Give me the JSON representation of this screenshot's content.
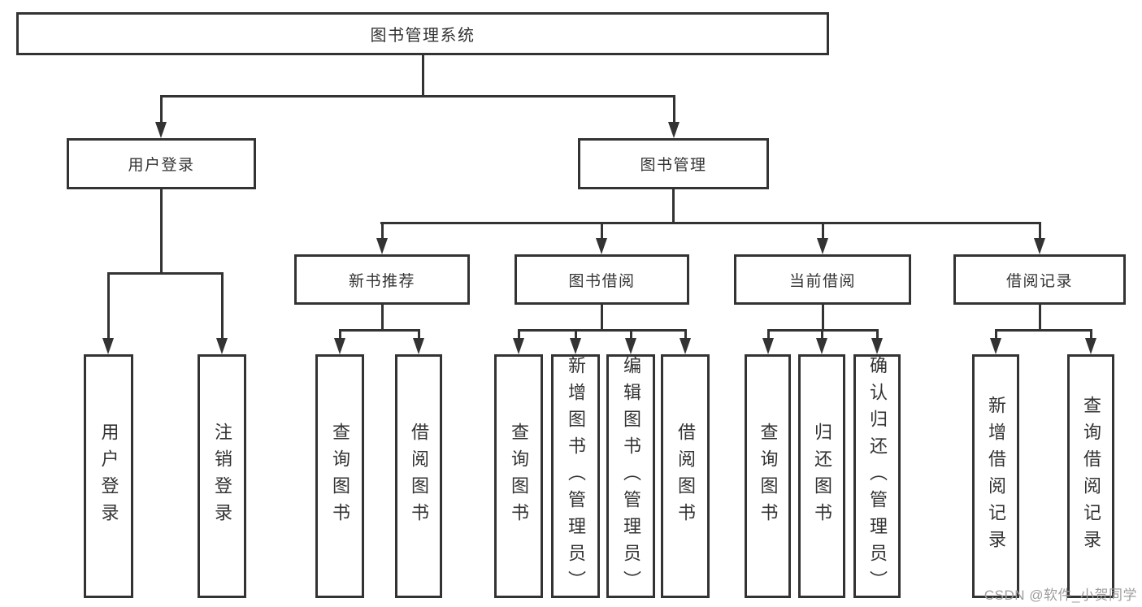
{
  "tree": {
    "root": "图书管理系统",
    "level2": [
      "用户登录",
      "图书管理"
    ],
    "level3": [
      "新书推荐",
      "图书借阅",
      "当前借阅",
      "借阅记录"
    ],
    "leaves_user_login": [
      "用户登录",
      "注销登录"
    ],
    "leaves_new_books": [
      "查询图书",
      "借阅图书"
    ],
    "leaves_book_borrow": [
      "查询图书",
      "新增图书（管理员）",
      "编辑图书（管理员）",
      "借阅图书"
    ],
    "leaves_current_borrow": [
      "查询图书",
      "归还图书",
      "确认归还（管理员）"
    ],
    "leaves_borrow_records": [
      "新增借阅记录",
      "查询借阅记录"
    ]
  },
  "watermark": "CSDN @软件_小贺同学",
  "colors": {
    "line": "#333333",
    "node_border": "#333333",
    "node_background": "#ffffff",
    "text": "#333333",
    "watermark_text": "#9e9e9e",
    "background": "#ffffff"
  }
}
